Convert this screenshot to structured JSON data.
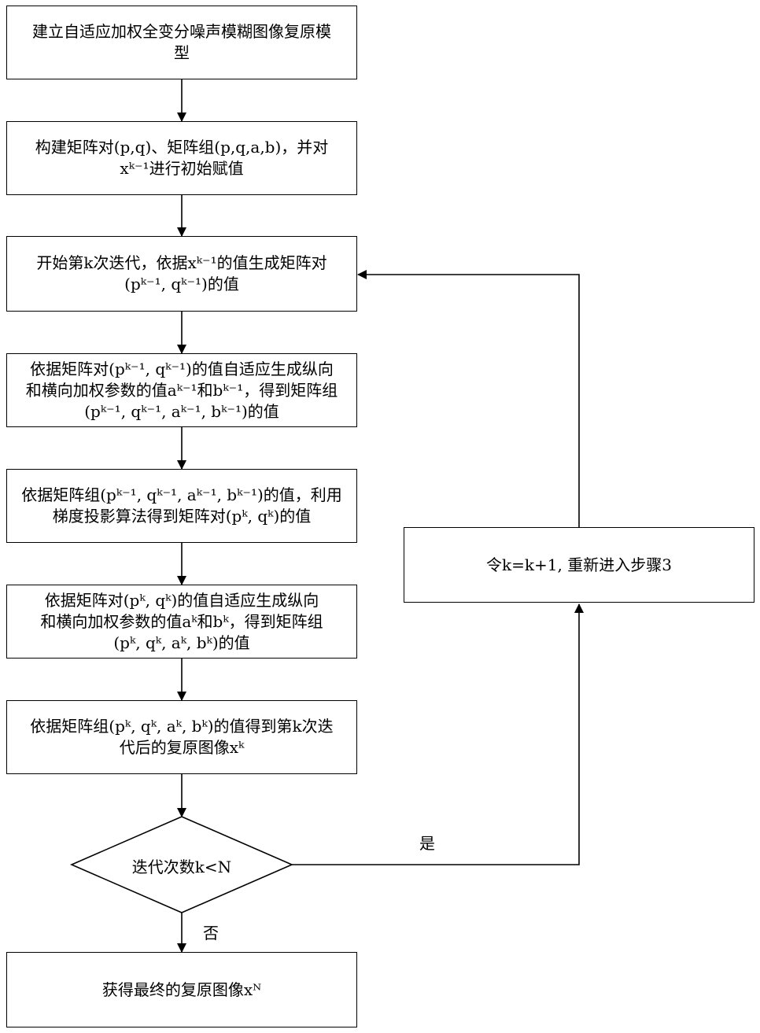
{
  "steps": [
    {
      "lines": [
        "建立自适应加权全变分噪声模糊图像复原模",
        "型"
      ]
    },
    {
      "lines": [
        "构建矩阵对(p,q)、矩阵组(p,q,a,b)，并对",
        "xᵏ⁻¹进行初始赋值"
      ]
    },
    {
      "lines": [
        "开始第k次迭代，依据xᵏ⁻¹的值生成矩阵对",
        "(pᵏ⁻¹, qᵏ⁻¹)的值"
      ]
    },
    {
      "lines": [
        "依据矩阵对(pᵏ⁻¹, qᵏ⁻¹)的值自适应生成纵向",
        "和横向加权参数的值aᵏ⁻¹和bᵏ⁻¹，得到矩阵组",
        "(pᵏ⁻¹, qᵏ⁻¹, aᵏ⁻¹, bᵏ⁻¹)的值"
      ]
    },
    {
      "lines": [
        "依据矩阵组(pᵏ⁻¹, qᵏ⁻¹, aᵏ⁻¹, bᵏ⁻¹)的值，利用",
        "梯度投影算法得到矩阵对(pᵏ, qᵏ)的值"
      ]
    },
    {
      "lines": [
        "依据矩阵对(pᵏ, qᵏ)的值自适应生成纵向",
        "和横向加权参数的值aᵏ和bᵏ，得到矩阵组",
        "(pᵏ, qᵏ, aᵏ, bᵏ)的值"
      ]
    },
    {
      "lines": [
        "依据矩阵组(pᵏ, qᵏ, aᵏ, bᵏ)的值得到第k次迭",
        "代后的复原图像xᵏ"
      ]
    }
  ],
  "decision": {
    "text": "迭代次数k<N"
  },
  "loop_box": {
    "text": "令k=k+1, 重新进入步骤3"
  },
  "final_box": {
    "text": "获得最终的复原图像xᴺ"
  },
  "labels": {
    "yes": "是",
    "no": "否"
  }
}
